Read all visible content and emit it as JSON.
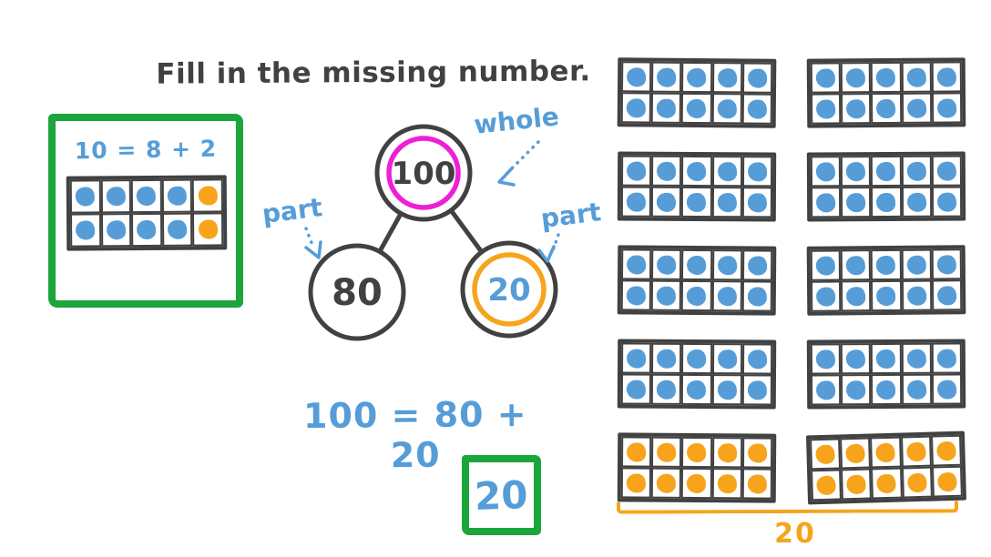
{
  "colors": {
    "ink": "#414141",
    "blue": "#569dd8",
    "orange": "#f7a41c",
    "green": "#1ca53b",
    "magenta": "#ee1fd8",
    "background": "#ffffff"
  },
  "title": "Fill in the missing number.",
  "example_card": {
    "equation": "10 = 8 + 2",
    "ten_frame": {
      "rows": 2,
      "columns": 5,
      "dots": [
        "blue",
        "blue",
        "blue",
        "blue",
        "orange",
        "blue",
        "blue",
        "blue",
        "blue",
        "orange"
      ]
    }
  },
  "number_bond": {
    "whole": {
      "value": "100",
      "label": "whole",
      "ring_color": "#ee1fd8"
    },
    "part_left": {
      "value": "80",
      "label": "part"
    },
    "part_right": {
      "value": "20",
      "label": "part",
      "ring_color": "#f7a41c"
    }
  },
  "solution_equation": "100 = 80 + 20",
  "answer_box": {
    "value": "20"
  },
  "frames_panel": {
    "rows": 5,
    "columns": 2,
    "dots_per_frame": 10,
    "frames": [
      {
        "fill": "blue"
      },
      {
        "fill": "blue"
      },
      {
        "fill": "blue"
      },
      {
        "fill": "blue"
      },
      {
        "fill": "blue"
      },
      {
        "fill": "blue"
      },
      {
        "fill": "blue"
      },
      {
        "fill": "blue"
      },
      {
        "fill": "orange"
      },
      {
        "fill": "orange"
      }
    ],
    "bracket_label": "20"
  }
}
